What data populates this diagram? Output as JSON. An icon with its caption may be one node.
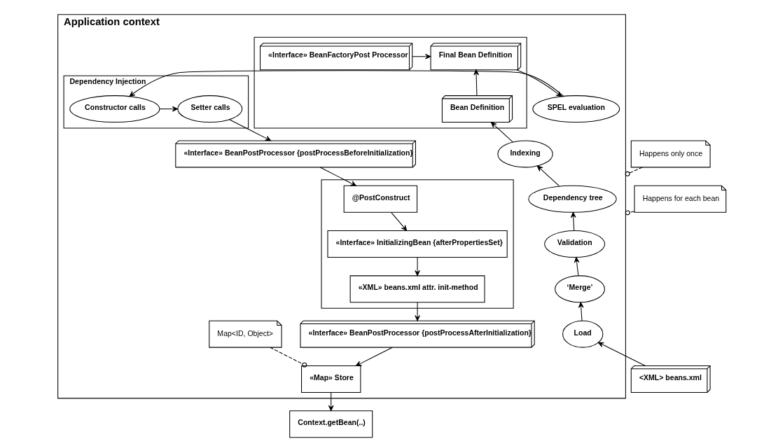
{
  "diagram": {
    "nodes": [
      {
        "text": [
          "Application context"
        ]
      },
      {
        "text": [],
        "shape": "box",
        "in": 0
      },
      {
        "text": [
          "«Interface» BeanFactoryPost Processor"
        ],
        "in": 1
      },
      {
        "text": [
          "Final Bean Definition"
        ],
        "in": 1
      },
      {
        "text": [
          "Bean Definition"
        ],
        "in": 1
      },
      {
        "text": [
          "Indexing"
        ],
        "in": 0
      },
      {
        "text": [
          "Dependency tree"
        ],
        "in": 0
      },
      {
        "text": [
          "Validation"
        ],
        "in": 0
      },
      {
        "text": [
          "‘Merge’"
        ],
        "in": 0
      },
      {
        "text": [
          "Load"
        ],
        "in": 0
      },
      {
        "text": [
          "<XML> beans.xml"
        ]
      },
      {
        "text": [
          "SPEL evaluation"
        ],
        "in": 0
      },
      {
        "text": [
          "Dependency Injection"
        ],
        "in": 0
      },
      {
        "text": [
          "Constructor calls"
        ],
        "in": 12
      },
      {
        "text": [
          "Setter calls"
        ],
        "in": 12
      },
      {
        "text": [],
        "shape": "box",
        "in": 0
      },
      {
        "text": [
          "@PostConstruct"
        ],
        "in": 15
      },
      {
        "text": [
          "«Interface» InitializingBean {afterPropertiesSet}"
        ],
        "in": 15
      },
      {
        "text": [
          "«XML» beans.xml attr. init-method"
        ],
        "in": 15
      },
      {
        "text": [
          "«Interface» BeanPostProcessor {postProcessBeforeInitialization}"
        ],
        "in": 0
      },
      {
        "text": [
          "«Interface» BeanPostProcessor {postProcessAfterInitialization}"
        ],
        "in": 0
      },
      {
        "text": [
          "«Map» Store"
        ],
        "in": 0
      },
      {
        "text": [
          "Map<ID, Object>"
        ],
        "in": 0
      },
      {
        "text": [
          "Context.getBean(..)"
        ]
      },
      {
        "text": [
          "Happens only once"
        ]
      },
      {
        "text": [
          "Happens for each bean"
        ]
      }
    ],
    "edges": [
      {
        "from": 10,
        "to": 9,
        "arrow": "to"
      },
      {
        "from": 9,
        "to": 8,
        "arrow": "to"
      },
      {
        "from": 8,
        "to": 7,
        "arrow": "to"
      },
      {
        "from": 7,
        "to": 6,
        "arrow": "to"
      },
      {
        "from": 6,
        "to": 5,
        "arrow": "to"
      },
      {
        "from": 5,
        "to": 4,
        "arrow": "to"
      },
      {
        "from": 4,
        "to": 3,
        "arrow": "to"
      },
      {
        "from": 2,
        "to": 3,
        "arrow": "to"
      },
      {
        "from": 3,
        "to": 11,
        "arrow": "to"
      },
      {
        "from": 11,
        "to": 13,
        "arrow": "to"
      },
      {
        "from": 13,
        "to": 14,
        "arrow": "to"
      },
      {
        "from": 14,
        "to": 19,
        "arrow": "to"
      },
      {
        "from": 19,
        "to": 16,
        "arrow": "to"
      },
      {
        "from": 16,
        "to": 17,
        "arrow": "to"
      },
      {
        "from": 17,
        "to": 18,
        "arrow": "to"
      },
      {
        "from": 18,
        "to": 20,
        "arrow": "to"
      },
      {
        "from": 20,
        "to": 21,
        "arrow": "to"
      },
      {
        "from": 22,
        "to": 21,
        "arrow": "other",
        "style": "dashed"
      },
      {
        "from": 21,
        "to": 23,
        "arrow": "to"
      },
      {
        "from": 24,
        "to": 0,
        "arrow": "other",
        "style": "dashed"
      },
      {
        "from": 25,
        "to": 0,
        "arrow": "other",
        "style": "dashed"
      }
    ]
  }
}
